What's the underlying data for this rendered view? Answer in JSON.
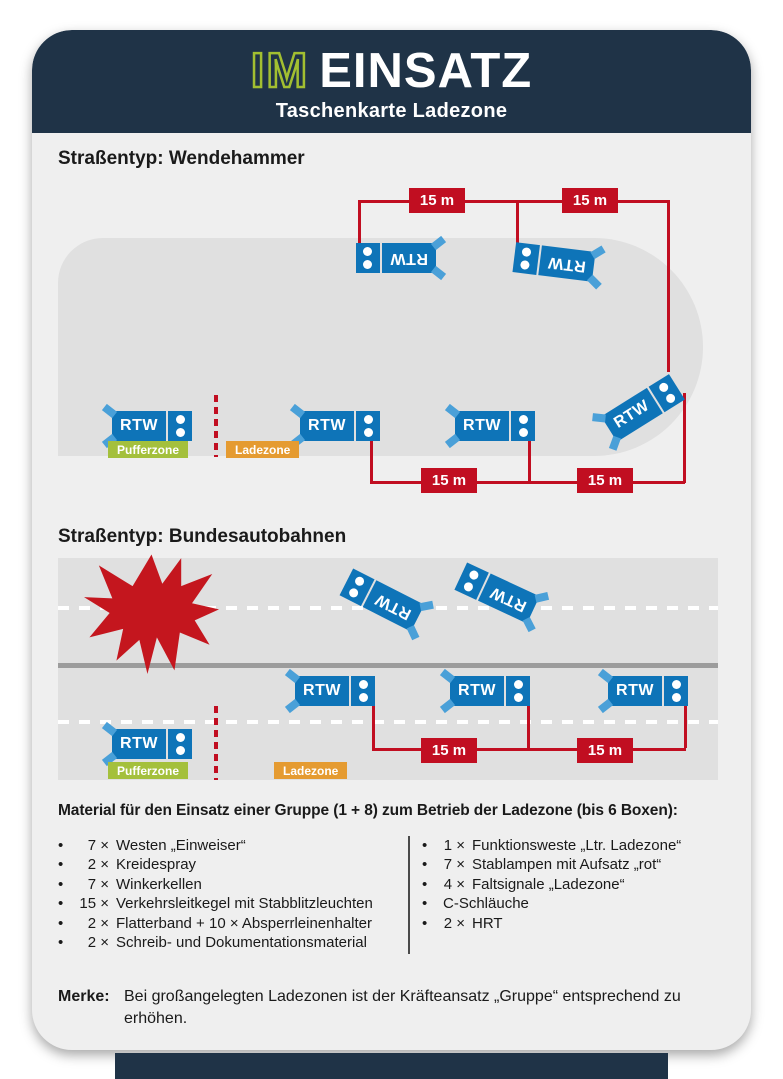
{
  "header": {
    "logo_im": "IM",
    "logo_rest": "EINSATZ",
    "subtitle": "Taschenkarte Ladezone"
  },
  "section1": {
    "title": "Straßentyp: Wendehammer"
  },
  "section2": {
    "title": "Straßentyp: Bundesautobahnen"
  },
  "labels": {
    "rtw": "RTW",
    "distance": "15 m",
    "pufferzone": "Pufferzone",
    "ladezone": "Ladezone"
  },
  "material": {
    "heading": "Material für den Einsatz einer Gruppe (1 + 8) zum Betrieb der Ladezone (bis 6 Boxen):",
    "left": [
      {
        "qty": "7 ×",
        "label": "Westen „Einweiser“"
      },
      {
        "qty": "2 ×",
        "label": "Kreidespray"
      },
      {
        "qty": "7 ×",
        "label": "Winkerkellen"
      },
      {
        "qty": "15 ×",
        "label": "Verkehrsleitkegel mit Stabblitzleuchten"
      },
      {
        "qty": "2 ×",
        "label": "Flatterband + 10 × Absperrleinenhalter"
      },
      {
        "qty": "2 ×",
        "label": "Schreib- und Dokumentationsmaterial"
      }
    ],
    "right": [
      {
        "qty": "1 ×",
        "label": "Funktionsweste „Ltr. Ladezone“"
      },
      {
        "qty": "7 ×",
        "label": "Stablampen mit Aufsatz „rot“"
      },
      {
        "qty": "4 ×",
        "label": "Faltsignale „Ladezone“"
      },
      {
        "qty": "",
        "label": "C-Schläuche"
      },
      {
        "qty": "2 ×",
        "label": "HRT"
      }
    ]
  },
  "merke": {
    "label": "Merke:",
    "text": "Bei großangelegten Ladezonen ist der Kräfteansatz „Gruppe“ entsprechend zu erhöhen."
  },
  "colors": {
    "navy": "#1f3347",
    "red": "#c10e21",
    "rtw_blue": "#0e74b8",
    "rtw_blue_light": "#4aa0d8",
    "pufferzone_green": "#a4c03c",
    "ladezone_orange": "#e59b31",
    "road_gray": "#e0e0e0",
    "card_gray": "#efefef",
    "logo_green": "#a2bf31"
  }
}
